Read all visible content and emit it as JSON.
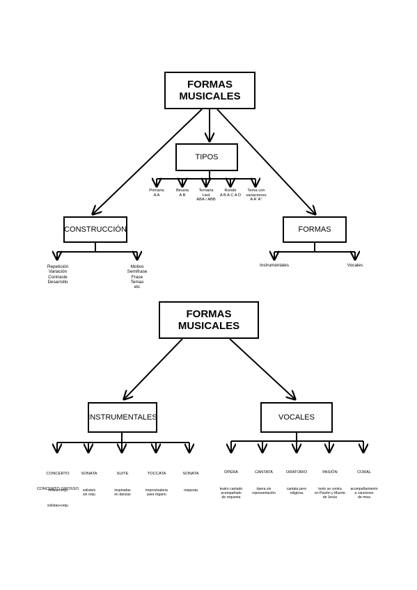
{
  "diagram1": {
    "title": "FORMAS\nMUSICALES",
    "tipos": {
      "label": "TIPOS",
      "items": [
        "Primaria\nA A",
        "Binaria\nA B",
        "Ternaria\nLied\nABA / ABB",
        "Rondó\nA B A C A D",
        "Tema con\nvariaciones\nA A' A''"
      ]
    },
    "construccion": {
      "label": "CONSTRUCCIÓN",
      "items": [
        "Repetición\nVariación\nContraste\nDesarrollo",
        "Motivo\nSemifrase\nFrase\nTemas\netc"
      ]
    },
    "formas": {
      "label": "FORMAS",
      "items": [
        "Instrumentales",
        "Vocales"
      ]
    }
  },
  "diagram2": {
    "title": "FORMAS\nMUSICALES",
    "instrumentales": {
      "label": "INSTRUMENTALES",
      "items": [
        {
          "name": "CONCERTO",
          "desc": "solista+orqu"
        },
        {
          "name": "SONATA",
          "desc": "solista/s\nsin orqu"
        },
        {
          "name": "SUITE",
          "desc": "inspiradas\nen danzas"
        },
        {
          "name": "TOCCATA",
          "desc": "improvisatoria\npara órgano"
        },
        {
          "name": "SONATA",
          "desc": "orquesta"
        }
      ],
      "extra": {
        "name": "CONCERTO GROSSO",
        "desc": "solistas+orqu"
      }
    },
    "vocales": {
      "label": "VOCALES",
      "items": [
        {
          "name": "ÓPERA",
          "desc": "teatro cantado\nacompañado\nde orquesta"
        },
        {
          "name": "CANTATA",
          "desc": "ópera sin\nrepresentación"
        },
        {
          "name": "ORATORIO",
          "desc": "cantata pero\nreligiosa"
        },
        {
          "name": "PASIÓN",
          "desc": "texto se centra\nen Pasión y Muerte\nde Jesús"
        },
        {
          "name": "CORAL",
          "desc": "acompañamiento\na canciones\nde misa"
        }
      ]
    }
  }
}
